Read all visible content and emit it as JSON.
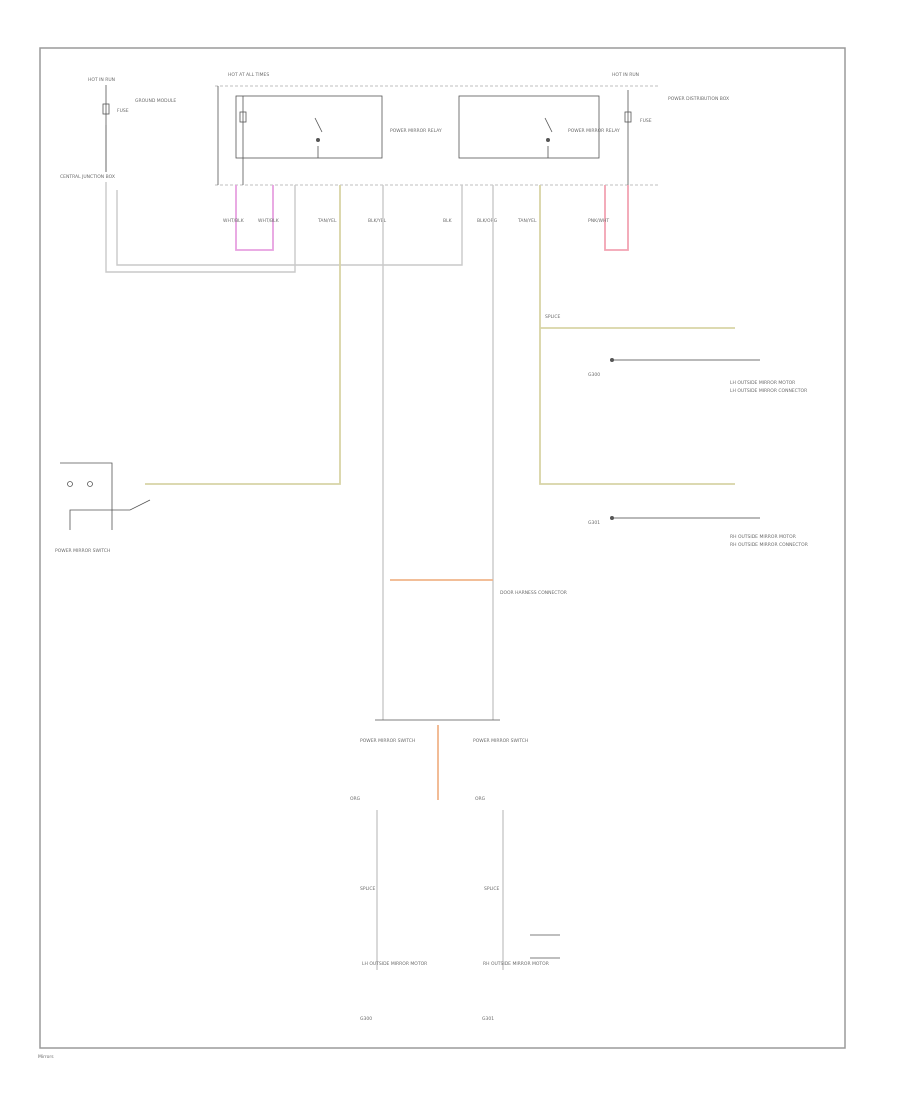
{
  "labels": {
    "hot_run_left": "HOT IN RUN",
    "hot_at_all_times": "HOT AT ALL TIMES",
    "hot_run_right": "HOT IN RUN",
    "fuse_left": "FUSE",
    "fuse_right": "FUSE",
    "relay_left": "POWER MIRROR RELAY",
    "relay_right": "POWER MIRROR RELAY",
    "power_dist_box": "POWER DISTRIBUTION BOX",
    "junction_box": "CENTRAL JUNCTION BOX",
    "ground_mod": "GROUND MODULE",
    "mirror_switch": "POWER MIRROR SWITCH",
    "left_mirror_motor": "LH OUTSIDE MIRROR MOTOR",
    "right_mirror_motor": "RH OUTSIDE MIRROR MOTOR",
    "left_mirror_connector": "LH OUTSIDE MIRROR CONNECTOR",
    "right_mirror_connector": "RH OUTSIDE MIRROR CONNECTOR",
    "splice": "SPLICE",
    "door_harness": "DOOR HARNESS CONNECTOR",
    "ground_left": "G300",
    "ground_right": "G301",
    "footer": "Mirrors"
  },
  "wire_codes": {
    "wht_blk": "WHT/BLK",
    "blk_yel": "BLK/YEL",
    "pnk_wht": "PNK/WHT",
    "blk_org": "BLK/ORG",
    "blk": "BLK",
    "org": "ORG",
    "tan_yel": "TAN/YEL"
  },
  "colors": {
    "frame": "#9a9a9a",
    "wire_gray": "#c9c9c9",
    "wire_yellow": "#d8d4a6",
    "wire_pink": "#e7a1e0",
    "wire_orange": "#f0b48a",
    "wire_light_pink": "#f2a3b2"
  }
}
